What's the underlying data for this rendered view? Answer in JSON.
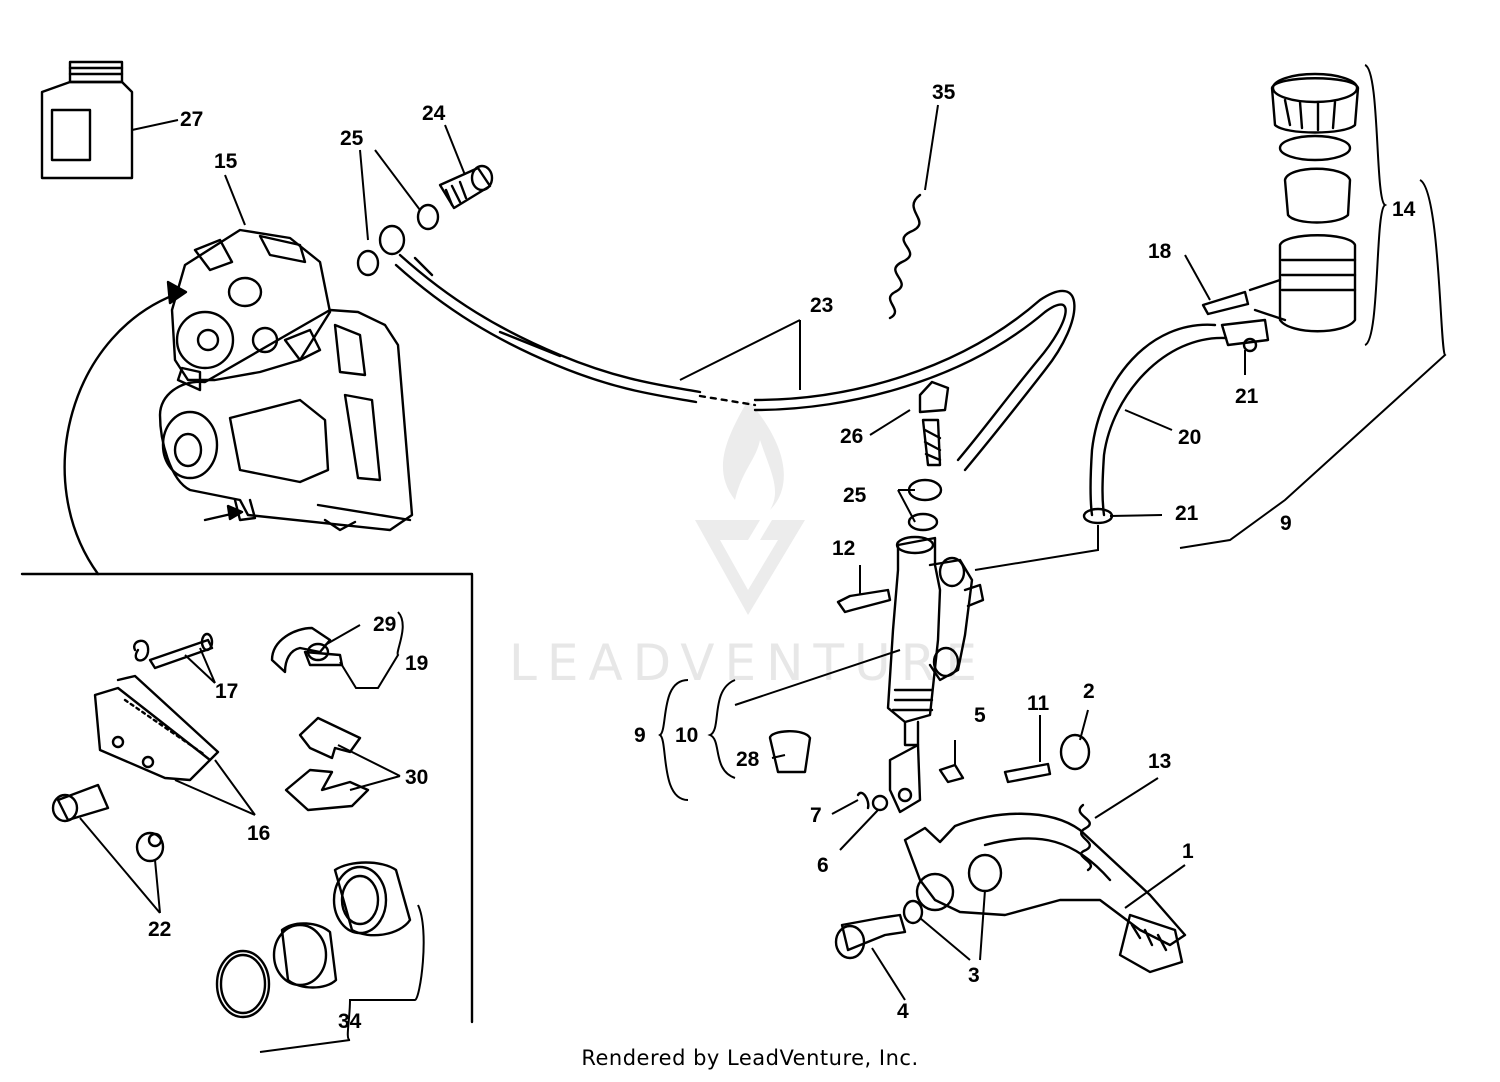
{
  "diagram": {
    "callouts": {
      "c1": "1",
      "c2": "2",
      "c3": "3",
      "c4": "4",
      "c5": "5",
      "c6": "6",
      "c7": "7",
      "c9a": "9",
      "c9b": "9",
      "c10": "10",
      "c11": "11",
      "c12": "12",
      "c13": "13",
      "c14": "14",
      "c15": "15",
      "c16": "16",
      "c17": "17",
      "c18": "18",
      "c19": "19",
      "c20": "20",
      "c21a": "21",
      "c21b": "21",
      "c22": "22",
      "c23": "23",
      "c24": "24",
      "c25a": "25",
      "c25b": "25",
      "c26": "26",
      "c27": "27",
      "c28": "28",
      "c29": "29",
      "c30": "30",
      "c34": "34",
      "c35": "35"
    }
  },
  "watermark": {
    "text": "LEADVENTURE"
  },
  "footer": {
    "text": "Rendered by LeadVenture, Inc."
  }
}
